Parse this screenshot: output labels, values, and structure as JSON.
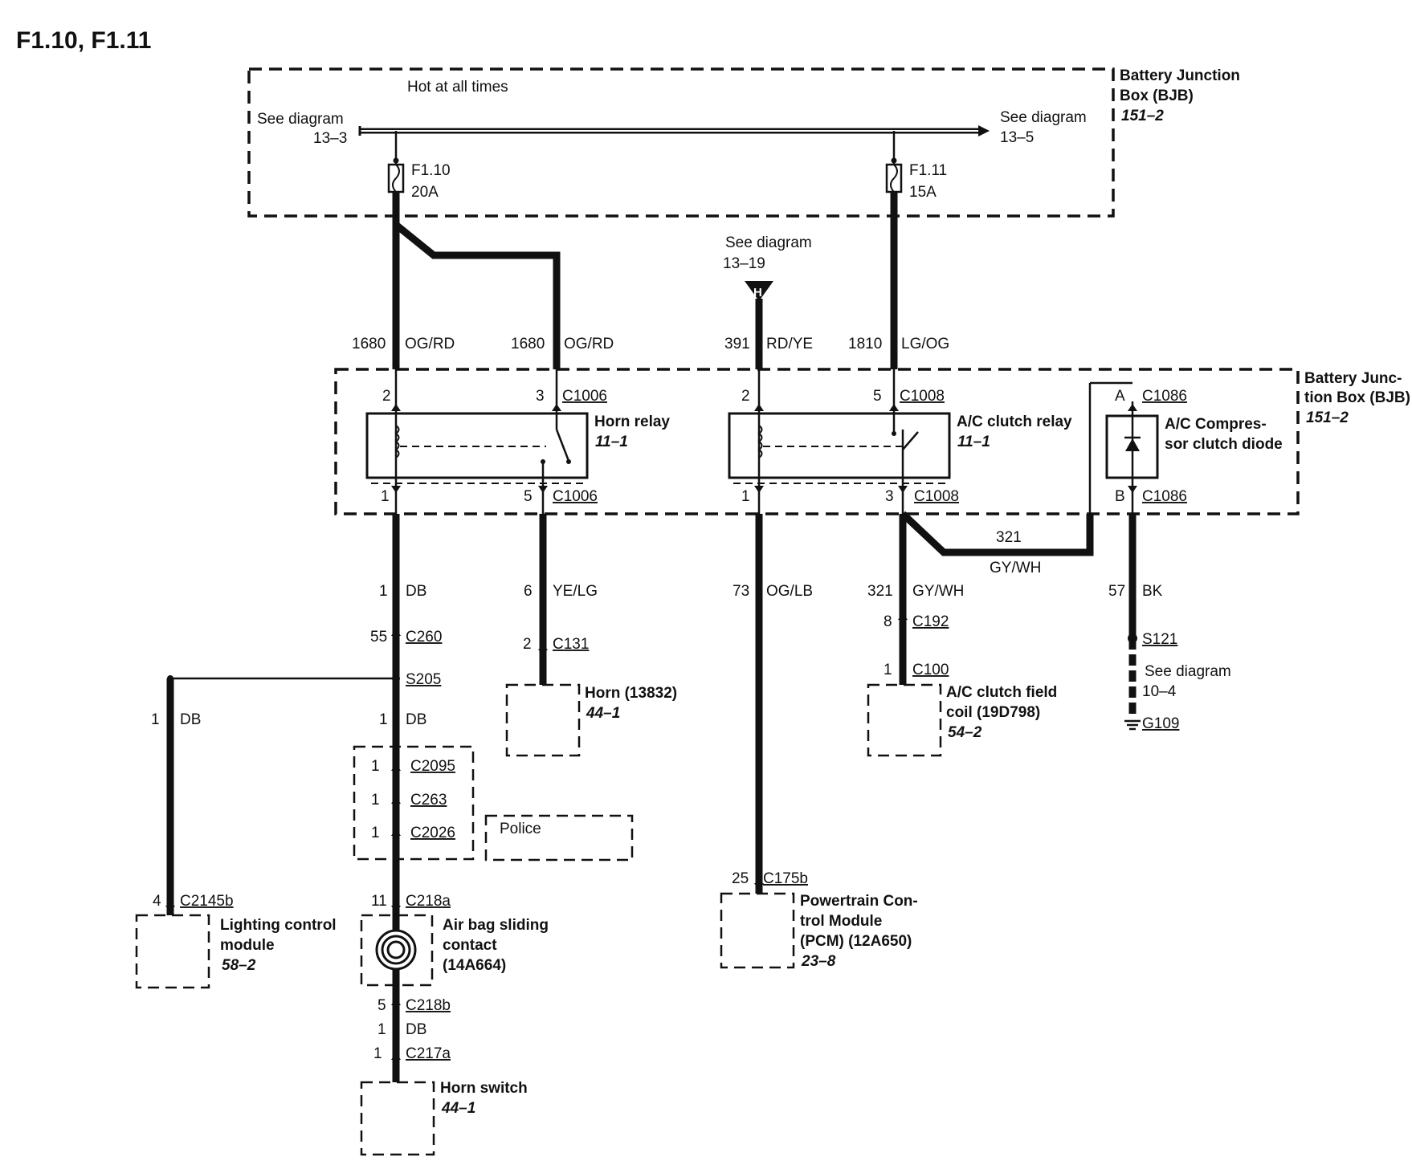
{
  "title": "F1.10, F1.11",
  "bjb_top": {
    "name_line1": "Battery Junction",
    "name_line2": "Box (BJB)",
    "ref": "151–2",
    "hot_text": "Hot at all times",
    "left_see": "See diagram",
    "left_ref": "13–3",
    "right_see": "See diagram",
    "right_ref": "13–5",
    "fuse1_name": "F1.10",
    "fuse1_rating": "20A",
    "fuse2_name": "F1.11",
    "fuse2_rating": "15A"
  },
  "see_h": {
    "line1": "See diagram",
    "line2": "13–19",
    "letter": "H"
  },
  "wires_top": {
    "w1_num": "1680",
    "w1_color": "OG/RD",
    "w2_num": "1680",
    "w2_color": "OG/RD",
    "w3_num": "391",
    "w3_color": "RD/YE",
    "w4_num": "1810",
    "w4_color": "LG/OG"
  },
  "bjb_mid": {
    "name_line1": "Battery Junc-",
    "name_line2": "tion Box (BJB)",
    "ref": "151–2",
    "horn_relay": {
      "label": "Horn relay",
      "ref": "11–1",
      "pin_tl": "2",
      "pin_tr": "3",
      "conn_top": "C1006",
      "pin_bl": "1",
      "pin_br": "5",
      "conn_bottom": "C1006"
    },
    "ac_relay": {
      "label": "A/C clutch relay",
      "ref": "11–1",
      "pin_tl": "2",
      "pin_tr": "5",
      "conn_top": "C1008",
      "pin_bl": "1",
      "pin_br": "3",
      "conn_bottom": "C1008"
    },
    "diode": {
      "label_line1": "A/C Compres-",
      "label_line2": "sor clutch diode",
      "pin_a": "A",
      "conn_a": "C1086",
      "pin_b": "B",
      "conn_b": "C1086"
    }
  },
  "horn_branch": {
    "w_num": "1",
    "w_color": "DB",
    "c260_pin": "55",
    "c260": "C260",
    "s205": "S205",
    "lcm_w_num": "1",
    "lcm_w_color": "DB",
    "down_w_num": "1",
    "down_w_color": "DB",
    "c2095_pin": "1",
    "c2095": "C2095",
    "c263_pin": "1",
    "c263": "C263",
    "c2026_pin": "1",
    "c2026": "C2026",
    "police": "Police",
    "c2145b_pin": "4",
    "c2145b": "C2145b",
    "lcm_line1": "Lighting control",
    "lcm_line2": "module",
    "lcm_ref": "58–2",
    "c218a_pin": "11",
    "c218a": "C218a",
    "airbag_line1": "Air bag sliding",
    "airbag_line2": "contact",
    "airbag_line3": "(14A664)",
    "c218b_pin": "5",
    "c218b": "C218b",
    "w2_num": "1",
    "w2_color": "DB",
    "c217a_pin": "1",
    "c217a": "C217a",
    "switch_label": "Horn switch",
    "switch_ref": "44–1"
  },
  "horn_feed": {
    "w_num": "6",
    "w_color": "YE/LG",
    "c131_pin": "2",
    "c131": "C131",
    "horn_label": "Horn (13832)",
    "horn_ref": "44–1"
  },
  "pcm_branch": {
    "w_num": "73",
    "w_color": "OG/LB",
    "c175b_pin": "25",
    "c175b": "C175b",
    "pcm_line1": "Powertrain Con-",
    "pcm_line2": "trol Module",
    "pcm_line3": "(PCM) (12A650)",
    "pcm_ref": "23–8"
  },
  "ac_branch": {
    "jumper_num": "321",
    "jumper_color": "GY/WH",
    "w_num": "321",
    "w_color": "GY/WH",
    "c192_pin": "8",
    "c192": "C192",
    "c100_pin": "1",
    "c100": "C100",
    "coil_line1": "A/C clutch field",
    "coil_line2": "coil (19D798)",
    "coil_ref": "54–2"
  },
  "ground_branch": {
    "w_num": "57",
    "w_color": "BK",
    "s121": "S121",
    "see_line1": "See diagram",
    "see_line2": "10–4",
    "g109": "G109"
  }
}
